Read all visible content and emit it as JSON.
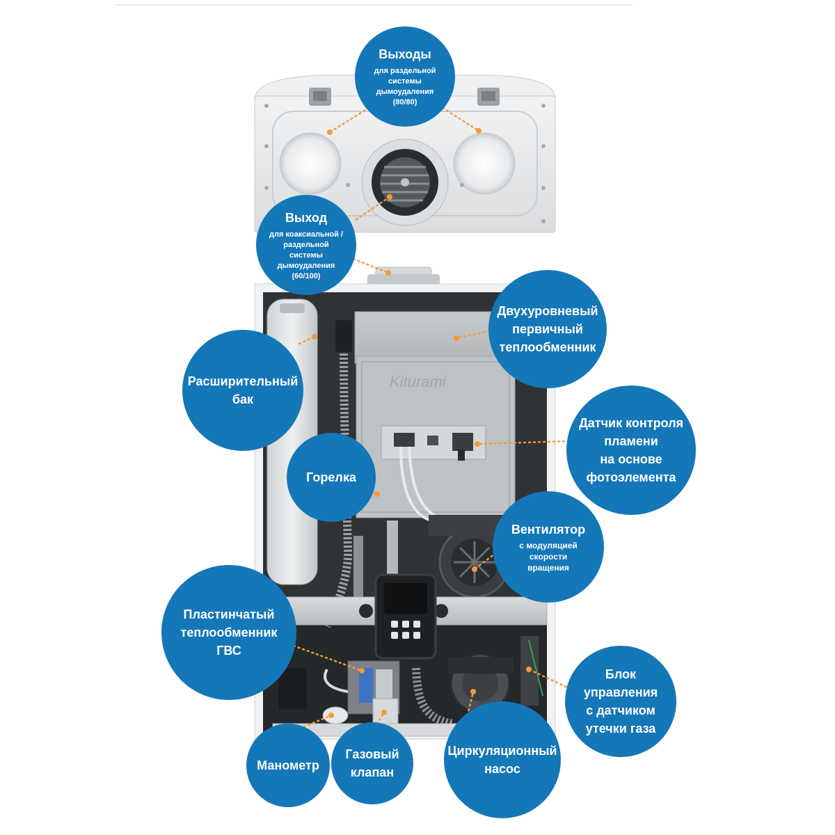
{
  "colors": {
    "callout": "#1477b8",
    "leader": "#f39a3a",
    "panel": "#e6e8ea",
    "frame": "#f1f2f3",
    "interior": "#2f3336"
  },
  "callouts": {
    "outputs": {
      "title": "Выходы",
      "sub": "для раздельной\nсистемы\nдымоудаления\n(80/80)"
    },
    "output_coax": {
      "title": "Выход",
      "sub": "для коаксиальной /\nраздельной\nсистемы\nдымоудаления\n(60/100)"
    },
    "primary_hx": {
      "title": "Двухуровневый\nпервичный\nтеплообменник"
    },
    "expansion_tank": {
      "title": "Расширительный\nбак"
    },
    "flame_sensor": {
      "title": "Датчик контроля\nпламени\nна основе\nфотоэлемента"
    },
    "burner": {
      "title": "Горелка"
    },
    "fan": {
      "title": "Вентилятор",
      "sub": "с модуляцией скорости\nвращения"
    },
    "plate_hx": {
      "title": "Пластинчатый\nтеплообменник\nГВС"
    },
    "control_unit": {
      "title": "Блок\nуправления\nс датчиком\nутечки газа"
    },
    "manometer": {
      "title": "Манометр"
    },
    "gas_valve": {
      "title": "Газовый\nклапан"
    },
    "pump": {
      "title": "Циркуляционный\nнасос"
    }
  },
  "device": {
    "brand_logo": "Kiturami"
  }
}
